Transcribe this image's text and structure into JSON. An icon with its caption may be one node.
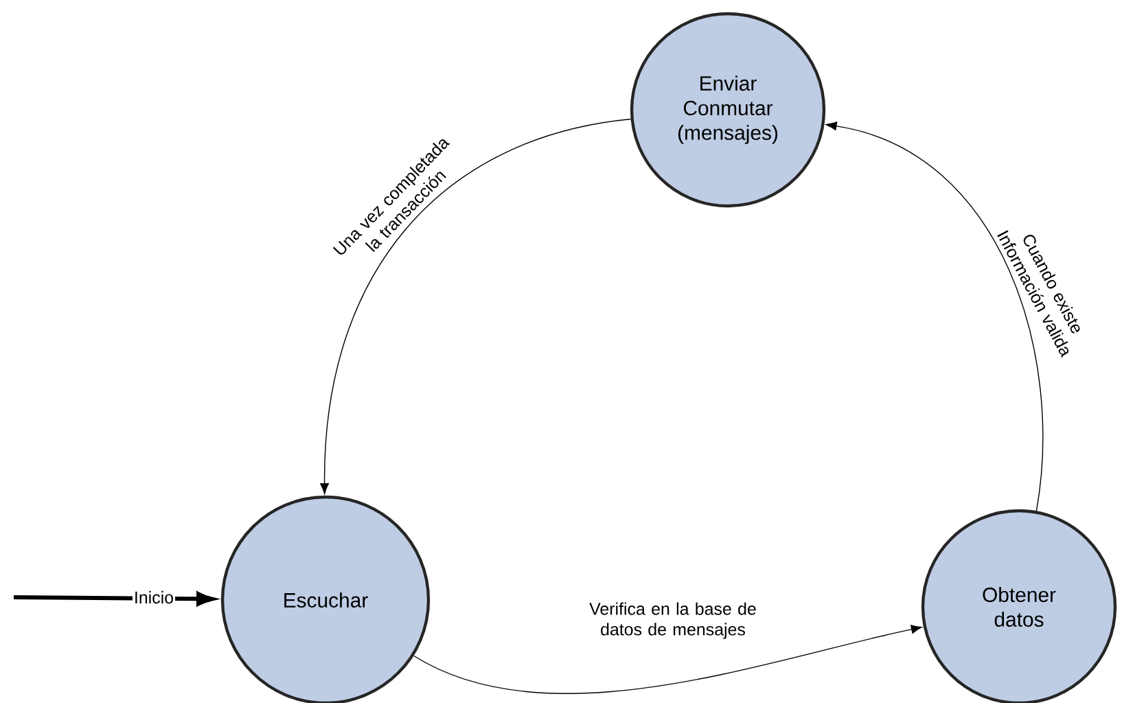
{
  "diagram": {
    "nodes": [
      {
        "text": [
          "Enviar Conmutar (mensajes)"
        ]
      },
      {
        "text": [
          "Escuchar"
        ]
      },
      {
        "text": [
          "Obtener datos"
        ]
      }
    ],
    "edges": [
      {
        "from": null,
        "to": 1,
        "arrow": "to",
        "label": "Inicio",
        "style": "thick"
      },
      {
        "from": 0,
        "to": 1,
        "arrow": "to",
        "label": "Una vez completada la transacción"
      },
      {
        "from": 1,
        "to": 2,
        "arrow": "to",
        "label": "Verifica en la base de datos de mensajes"
      },
      {
        "from": 2,
        "to": 0,
        "arrow": "to",
        "label": "Cuando existe Información valida"
      }
    ]
  }
}
